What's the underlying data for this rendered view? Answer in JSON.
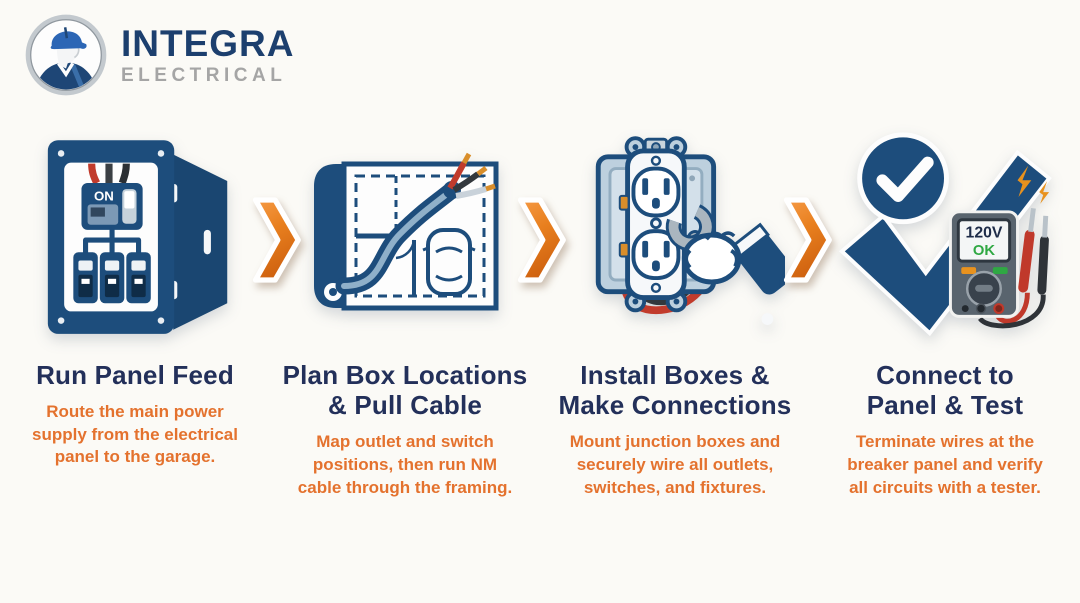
{
  "brand": {
    "name": "INTEGRA",
    "subtitle": "ELECTRICAL",
    "logo_icon": "worker-hard-hat-badge"
  },
  "colors": {
    "background": "#fbfaf6",
    "title_navy": "#23305a",
    "description_orange": "#e4722e",
    "icon_navy": "#1d4d7c",
    "arrow_orange": "#e87f1e",
    "logo_navy": "#1c3f6e",
    "logo_gray": "#a5a5a5",
    "wire_red": "#c13b2c",
    "status_green": "#2fa843"
  },
  "arrows": {
    "icon": "chevron-right-icon",
    "count": 3,
    "direction": "right"
  },
  "steps": [
    {
      "icon": "electrical-panel-icon",
      "title": "Run Panel Feed",
      "title_lines": [
        "Run Panel Feed"
      ],
      "description": "Route the main power supply from the electrical panel to the garage.",
      "desc_lines": [
        "Route the main power",
        "supply from the electrical",
        "panel to the garage."
      ]
    },
    {
      "icon": "blueprint-cable-icon",
      "title": "Plan Box Locations & Pull Cable",
      "title_lines": [
        "Plan Box Locations",
        "& Pull Cable"
      ],
      "description": "Map outlet and switch positions, then run NM cable through the framing.",
      "desc_lines": [
        "Map outlet and switch",
        "positions, then run NM",
        "cable through the framing."
      ]
    },
    {
      "icon": "outlet-wiring-wrench-icon",
      "title": "Install Boxes & Make Connections",
      "title_lines": [
        "Install Boxes &",
        "Make Connections"
      ],
      "description": "Mount junction boxes and securely wire all outlets, switches, and fixtures.",
      "desc_lines": [
        "Mount junction boxes and",
        "securely wire all outlets,",
        "switches, and fixtures."
      ]
    },
    {
      "icon": "checkmark-multimeter-icon",
      "title": "Connect to Panel & Test",
      "title_lines": [
        "Connect to",
        "Panel & Test"
      ],
      "description": "Terminate wires at the breaker panel and verify all circuits with a tester.",
      "desc_lines": [
        "Terminate wires at the",
        "breaker panel and verify",
        "all circuits with a tester."
      ]
    }
  ],
  "icon_labels": {
    "panel_breaker_switch": "ON",
    "multimeter_voltage": "120V",
    "multimeter_status": "OK"
  }
}
